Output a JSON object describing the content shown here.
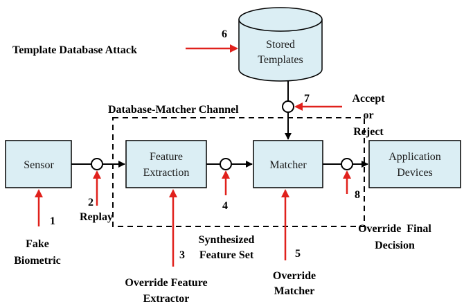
{
  "colors": {
    "box_fill": "#dbeef4",
    "box_stroke": "#000000",
    "attack_arrow": "#e0211c",
    "flow_arrow": "#000000"
  },
  "boxes": {
    "sensor": "Sensor",
    "feature_extraction_1": "Feature",
    "feature_extraction_2": "Extraction",
    "matcher": "Matcher",
    "application_1": "Application",
    "application_2": "Devices",
    "stored_templates_1": "Stored",
    "stored_templates_2": "Templates"
  },
  "labels": {
    "channel": "Database-Matcher Channel",
    "template_attack": "Template Database Attack",
    "accept_1": "Accept",
    "accept_2": "or",
    "accept_3": "Reject",
    "fake_1": "Fake",
    "fake_2": "Biometric",
    "replay": "Replay",
    "synth_1": "Synthesized",
    "synth_2": "Feature Set",
    "override_extractor_1": "Override Feature",
    "override_extractor_2": "Extractor",
    "override_matcher_1": "Override",
    "override_matcher_2": "Matcher",
    "override_decision_1": "Override  Final",
    "override_decision_2": "Decision"
  },
  "numbers": {
    "n1": "1",
    "n2": "2",
    "n3": "3",
    "n4": "4",
    "n5": "5",
    "n6": "6",
    "n7": "7",
    "n8": "8"
  }
}
